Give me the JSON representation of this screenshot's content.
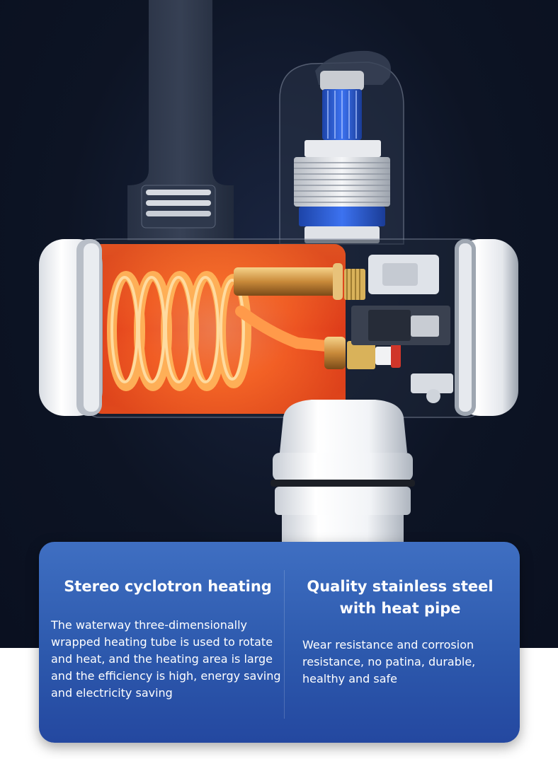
{
  "features": [
    {
      "title": "Stereo cyclotron heating",
      "description": "The waterway three-dimensionally wrapped heating tube is used to rotate and heat, and the heating area is large and the efficiency is high, energy saving and electricity saving"
    },
    {
      "title": "Quality stainless steel with heat pipe",
      "description": "Wear resistance and corrosion resistance, no patina, durable, healthy and safe"
    }
  ],
  "colors": {
    "background_dark": "#0d1424",
    "card_blue": "#2d59ad",
    "heating_glow": "#ff5a1a",
    "valve_blue": "#2a5bd6"
  },
  "icons": [
    "faucet-product-image"
  ]
}
